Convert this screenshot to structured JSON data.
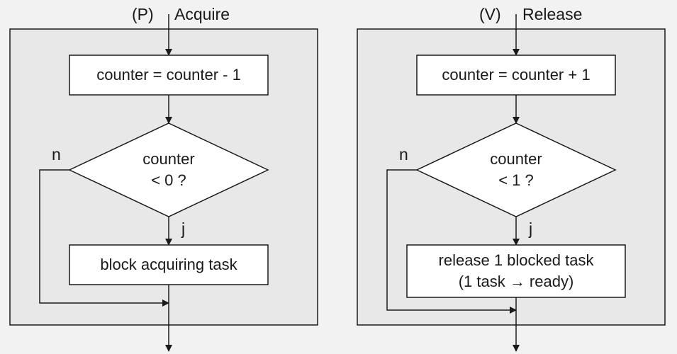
{
  "acquire": {
    "prefix": "(P)",
    "title": "Acquire",
    "step1": "counter = counter - 1",
    "decision_line1": "counter",
    "decision_line2": "< 0 ?",
    "no_label": "n",
    "yes_label": "j",
    "step2": "block acquiring task"
  },
  "release": {
    "prefix": "(V)",
    "title": "Release",
    "step1": "counter = counter + 1",
    "decision_line1": "counter",
    "decision_line2": "< 1 ?",
    "no_label": "n",
    "yes_label": "j",
    "step2_line1": "release 1 blocked task",
    "step2_line2": "(1 task → ready)"
  },
  "colors": {
    "background": "#f2f2f2",
    "panel_fill": "#e8e8e8",
    "box_fill": "#ffffff",
    "stroke": "#1a1a1a"
  }
}
